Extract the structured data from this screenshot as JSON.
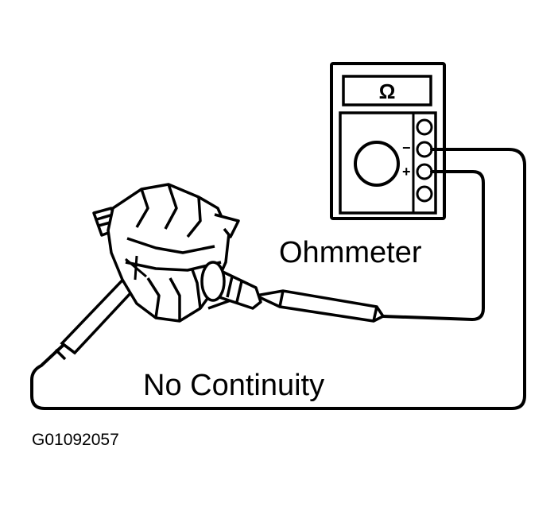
{
  "diagram": {
    "meter_label": "Ohmmeter",
    "meter_display_symbol": "Ω",
    "minus_sign": "−",
    "plus_sign": "+",
    "result_label": "No Continuity",
    "figure_id": "G01092057",
    "colors": {
      "ink": "#000000",
      "paper": "#ffffff"
    },
    "icons": [
      "ohmmeter-icon",
      "rotor-icon",
      "probe-icon"
    ]
  }
}
